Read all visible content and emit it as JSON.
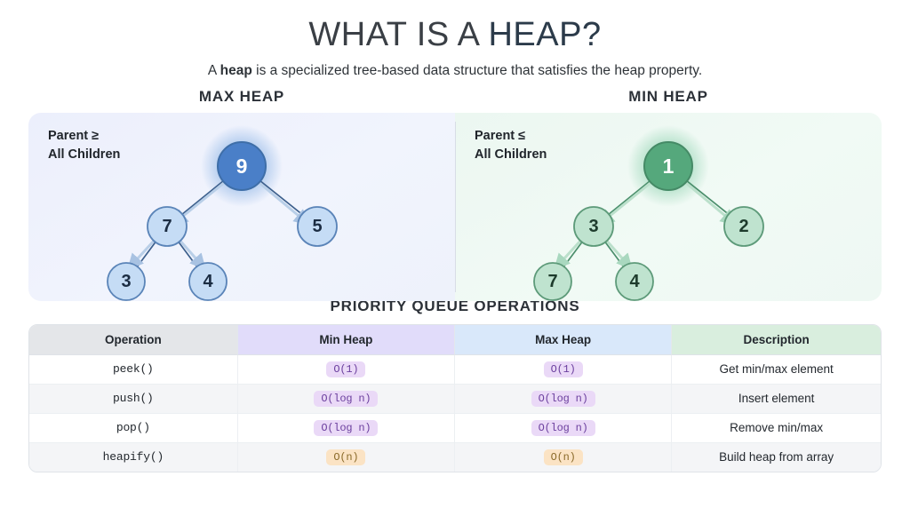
{
  "header": {
    "title_plain": "WHAT IS A ",
    "title_accent": "HEAP?",
    "subtitle_pre": "A ",
    "subtitle_bold": "heap",
    "subtitle_post": " is a specialized tree-based data structure that satisfies the heap property."
  },
  "panels": {
    "max": {
      "title": "MAX HEAP",
      "caption": "Parent ≥\nAll Children",
      "accent": "#4a7fc8",
      "node_fill_root": "#4a7fc8",
      "node_fill_child": "#c5dcf5",
      "node_stroke": "#3e6ea8",
      "nodes": [
        {
          "value": "9",
          "level": 0
        },
        {
          "value": "7",
          "level": 1
        },
        {
          "value": "5",
          "level": 1
        },
        {
          "value": "3",
          "level": 2
        },
        {
          "value": "4",
          "level": 2
        }
      ]
    },
    "min": {
      "title": "MIN HEAP",
      "caption": "Parent ≤\nAll Children",
      "accent": "#55a87c",
      "node_fill_root": "#55a87c",
      "node_fill_child": "#bfe3cf",
      "node_stroke": "#4b8f6c",
      "nodes": [
        {
          "value": "1",
          "level": 0
        },
        {
          "value": "3",
          "level": 1
        },
        {
          "value": "2",
          "level": 1
        },
        {
          "value": "7",
          "level": 2
        },
        {
          "value": "4",
          "level": 2
        }
      ]
    }
  },
  "table": {
    "title": "PRIORITY QUEUE OPERATIONS",
    "columns": [
      "Operation",
      "Min Heap",
      "Max Heap",
      "Description"
    ],
    "rows": [
      {
        "operation": "peek()",
        "min_heap": "O(1)",
        "min_heap_style": "purple",
        "max_heap": "O(1)",
        "max_heap_style": "purple",
        "description": "Get min/max element"
      },
      {
        "operation": "push()",
        "min_heap": "O(log n)",
        "min_heap_style": "purple",
        "max_heap": "O(log n)",
        "max_heap_style": "purple",
        "description": "Insert element"
      },
      {
        "operation": "pop()",
        "min_heap": "O(log n)",
        "min_heap_style": "purple",
        "max_heap": "O(log n)",
        "max_heap_style": "purple",
        "description": "Remove min/max"
      },
      {
        "operation": "heapify()",
        "min_heap": "O(n)",
        "min_heap_style": "amber",
        "max_heap": "O(n)",
        "max_heap_style": "amber",
        "description": "Build heap from array"
      }
    ],
    "badge_colors": {
      "purple_bg": "#ead9f7",
      "purple_fg": "#6b3f9e",
      "amber_bg": "#fbe3c4",
      "amber_fg": "#8a6a2a"
    }
  }
}
